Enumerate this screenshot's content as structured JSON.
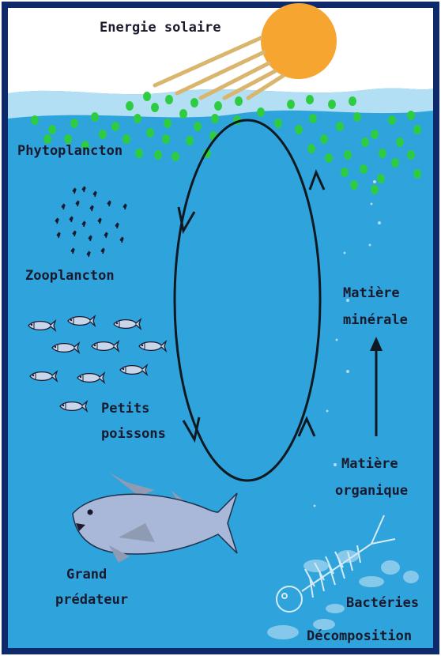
{
  "labels": {
    "solar": "Energie solaire",
    "phyto": "Phytoplancton",
    "zoo": "Zooplancton",
    "small_fish_1": "Petits",
    "small_fish_2": "poissons",
    "predator_1": "Grand",
    "predator_2": "prédateur",
    "mineral_1": "Matière",
    "mineral_2": "minérale",
    "organic_1": "Matière",
    "organic_2": "organique",
    "bacteria": "Bactéries",
    "decomposition": "Décomposition"
  },
  "colors": {
    "border": "#0f2a6b",
    "sky": "#ffffff",
    "water": "#2ea3dc",
    "sun": "#f7a531",
    "rays": "#d9b56e",
    "phyto": "#2ecc40",
    "cycle": "#101820",
    "fish": "#c9d6ea",
    "predator": "#a9b8d8",
    "bones": "#e8f4fb"
  },
  "icons": [
    "sun-icon",
    "fish-icon",
    "predator-fish-icon",
    "skeleton-icon",
    "cycle-arrow-icon"
  ]
}
